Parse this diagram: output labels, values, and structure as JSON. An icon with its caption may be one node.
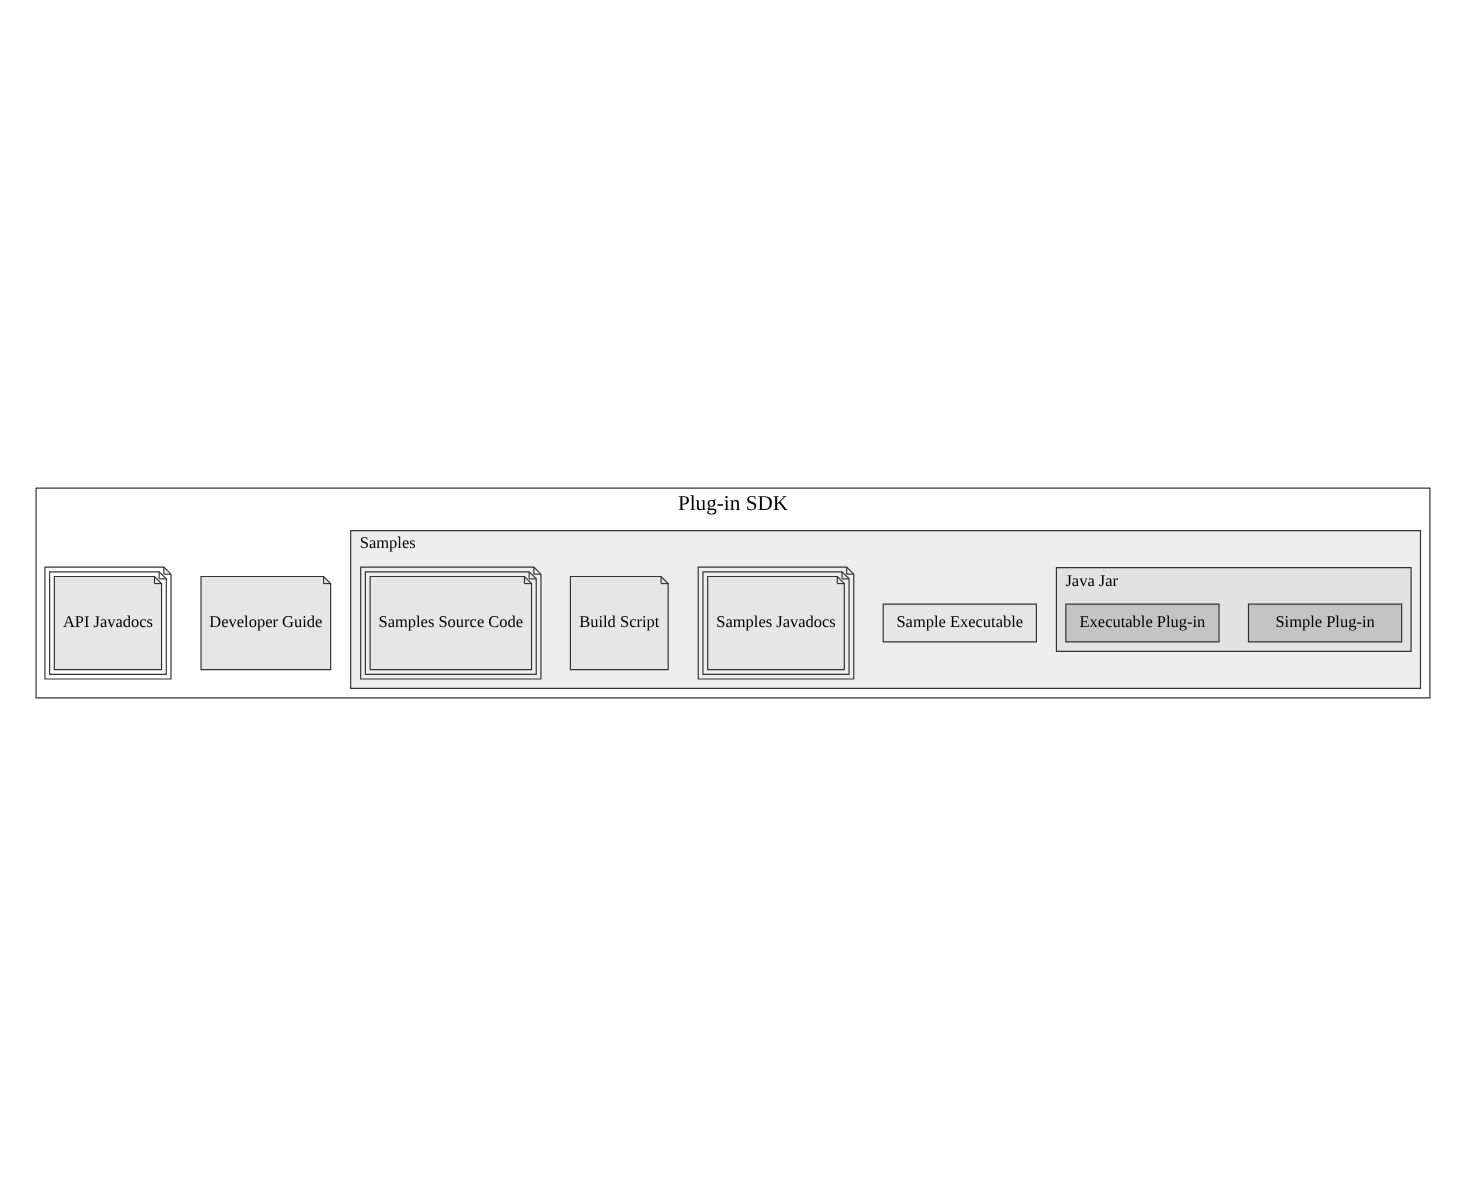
{
  "diagram": {
    "nodes": [
      {
        "text": [
          "Plug-in SDK"
        ]
      },
      {
        "text": [
          "Developer Guide"
        ],
        "in": 0
      },
      {
        "text": [
          "API Javadocs"
        ],
        "in": 0
      },
      {
        "text": [
          "Samples"
        ],
        "in": 0
      },
      {
        "text": [
          "Java Jar"
        ],
        "in": 3
      },
      {
        "text": [
          "Simple Plug-in"
        ],
        "in": 4
      },
      {
        "text": [
          "Executable Plug-in"
        ],
        "in": 4
      },
      {
        "text": [
          "Sample Executable"
        ],
        "in": 3
      },
      {
        "text": [
          "Samples Javadocs"
        ],
        "in": 3
      },
      {
        "text": [
          "Build Script"
        ],
        "in": 3
      },
      {
        "text": [
          "Samples Source Code"
        ],
        "in": 3
      }
    ]
  }
}
